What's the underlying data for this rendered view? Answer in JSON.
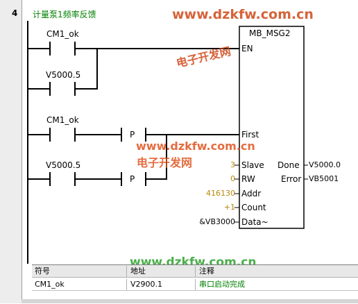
{
  "network": {
    "number": "4",
    "title": "计量泵1频率反馈"
  },
  "contacts": {
    "c1": "CM1_ok",
    "c2": "V5000.5",
    "c3": "CM1_ok",
    "c4": "V5000.5",
    "p1": "P",
    "p2": "P"
  },
  "block": {
    "name": "MB_MSG2",
    "en": "EN",
    "first": "First",
    "slave": "Slave",
    "rw": "RW",
    "addr": "Addr",
    "count": "Count",
    "data": "Data~",
    "done": "Done",
    "error": "Error"
  },
  "values": {
    "slave": "3",
    "rw": "0",
    "addr": "416130",
    "count": "+1",
    "data": "&VB3000",
    "done": "V5000.0",
    "error": "VB5001"
  },
  "watermark": {
    "text1": "www.dzkfw.com.cn",
    "text2": "电子开发网",
    "text3": "www.dzkfw.com.cn",
    "text4": "电子开发网",
    "text5": "www.dzkfw.com.cn"
  },
  "symbol_table": {
    "headers": [
      "符号",
      "地址",
      "注释"
    ],
    "rows": [
      [
        "CM1_ok",
        "V2900.1",
        "串口启动完成"
      ]
    ]
  },
  "colors": {
    "title_green": "#008000",
    "constant_orange": "#b8860b",
    "watermark": "#e0531e"
  }
}
